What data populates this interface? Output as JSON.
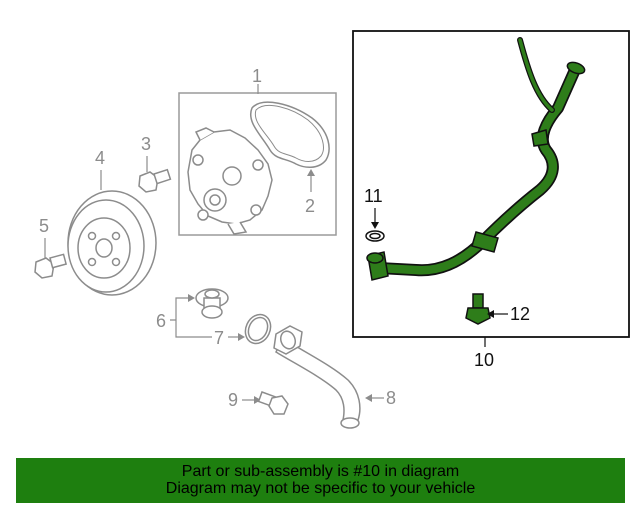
{
  "callouts": {
    "c1": "1",
    "c2": "2",
    "c3": "3",
    "c4": "4",
    "c5": "5",
    "c6": "6",
    "c7": "7",
    "c8": "8",
    "c9": "9",
    "c10": "10",
    "c11": "11",
    "c12": "12"
  },
  "banner": {
    "line1": "Part or sub-assembly is #10 in diagram",
    "line2": "Diagram may not be specific to your vehicle"
  },
  "colors": {
    "highlight_part": "#2e7d1a",
    "banner_bg": "#1e7f0f",
    "other_parts": "#8c8c8c"
  }
}
